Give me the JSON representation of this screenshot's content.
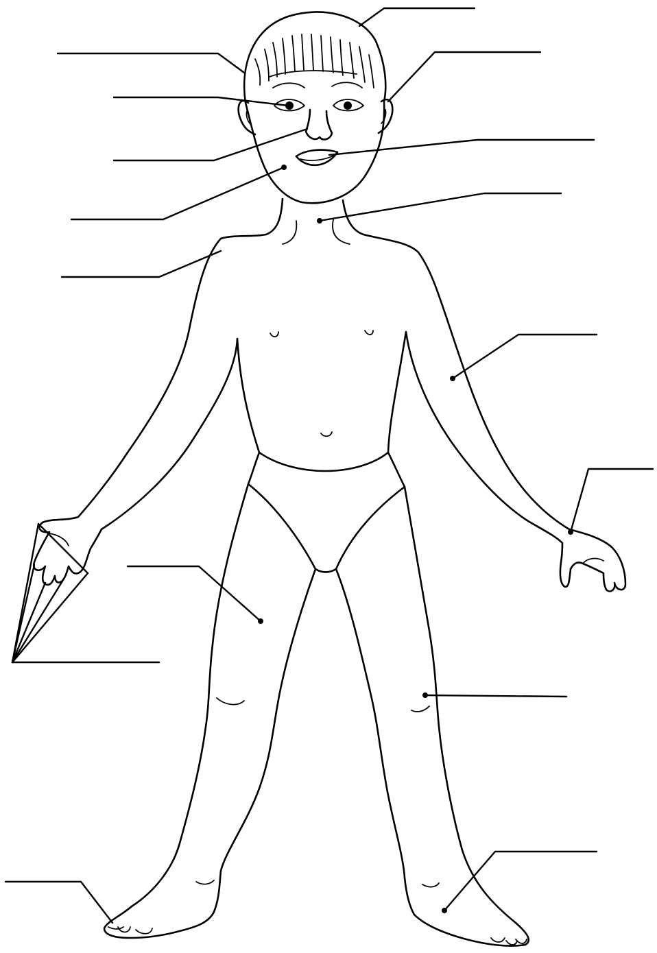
{
  "diagram": {
    "colors": {
      "ink": "#000000",
      "paper": "#ffffff"
    },
    "label_blanks": [
      {
        "id": "hair",
        "text": ""
      },
      {
        "id": "forehead",
        "text": ""
      },
      {
        "id": "eye",
        "text": ""
      },
      {
        "id": "ear",
        "text": ""
      },
      {
        "id": "nose",
        "text": ""
      },
      {
        "id": "mouth",
        "text": ""
      },
      {
        "id": "cheek",
        "text": ""
      },
      {
        "id": "neck",
        "text": ""
      },
      {
        "id": "shoulder",
        "text": ""
      },
      {
        "id": "arm",
        "text": ""
      },
      {
        "id": "hand",
        "text": ""
      },
      {
        "id": "fingers",
        "text": ""
      },
      {
        "id": "thigh",
        "text": ""
      },
      {
        "id": "knee",
        "text": ""
      },
      {
        "id": "toes",
        "text": ""
      },
      {
        "id": "foot",
        "text": ""
      }
    ]
  }
}
